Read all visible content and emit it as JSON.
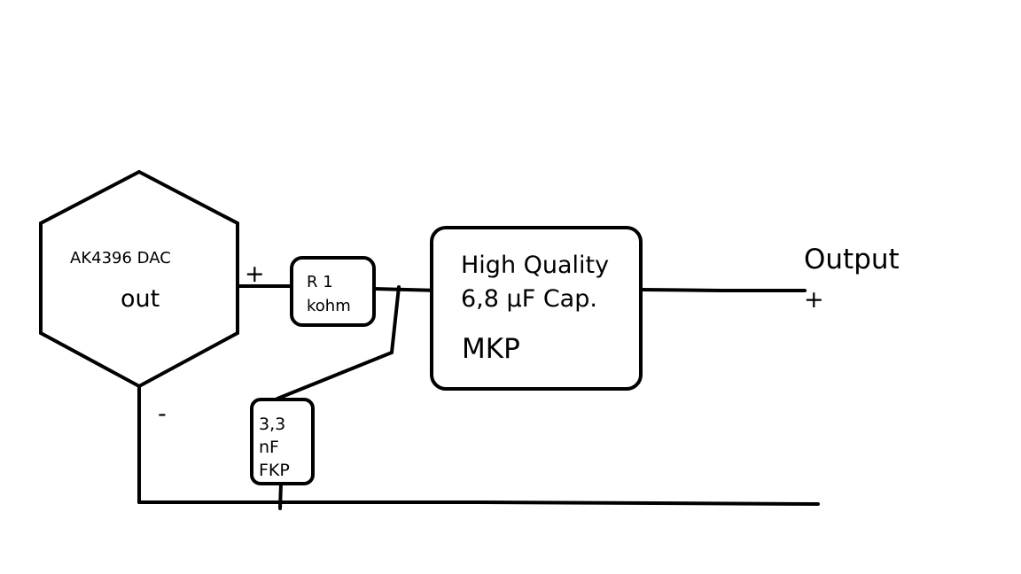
{
  "diagram": {
    "dac": {
      "name": "AK4396 DAC",
      "pin": "out",
      "plus_sign": "+",
      "minus_sign": "-"
    },
    "resistor": {
      "line1": "R 1",
      "line2": "kohm"
    },
    "capacitor_small": {
      "line1": "3,3",
      "line2": "nF",
      "line3": "FKP"
    },
    "capacitor_main": {
      "line1": "High Quality",
      "line2": "6,8 µF Cap.",
      "line3": "MKP"
    },
    "output": {
      "label": "Output",
      "plus_sign": "+"
    }
  }
}
